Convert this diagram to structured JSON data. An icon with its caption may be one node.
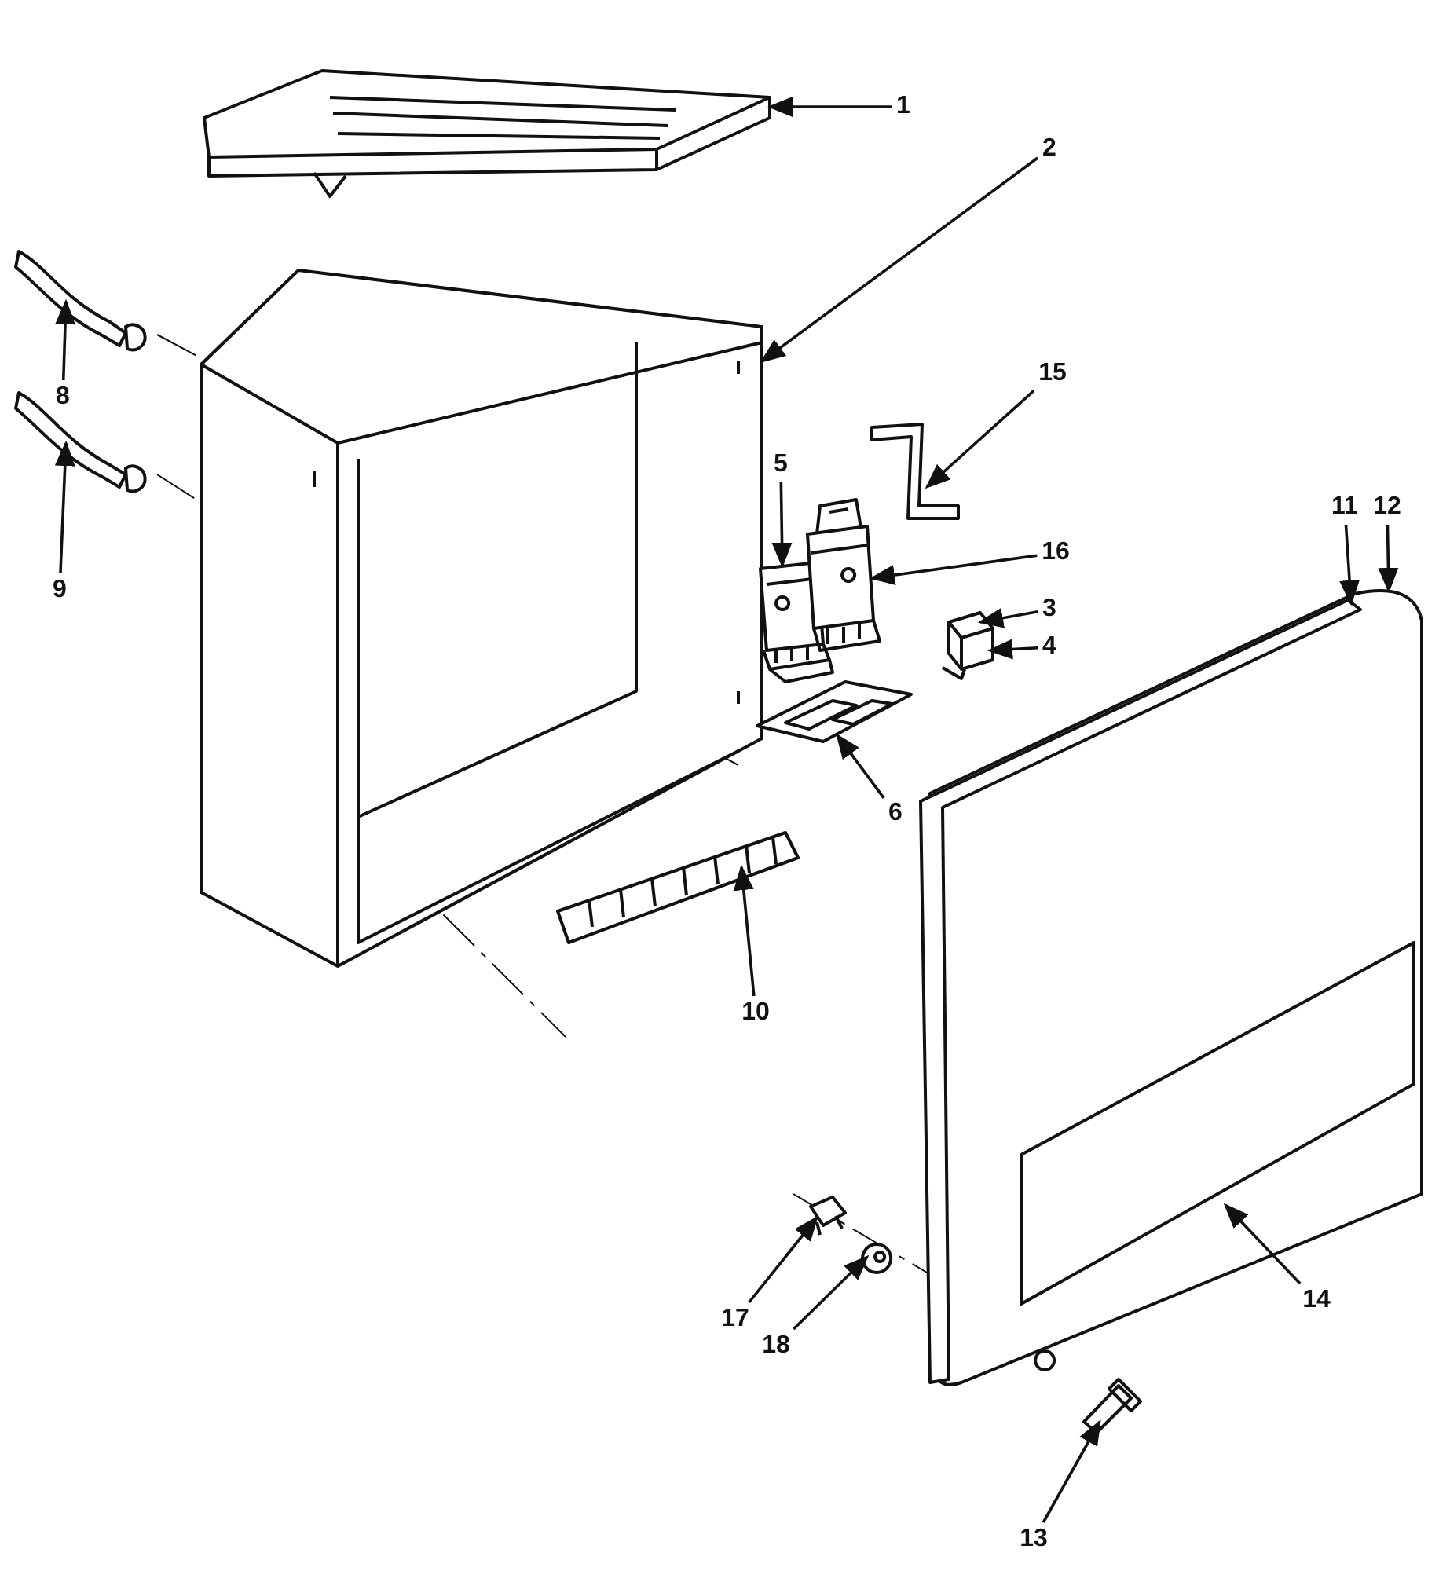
{
  "diagram": {
    "nodes": [
      {
        "text": [
          "1"
        ]
      },
      {
        "text": [],
        "shape": "picture"
      },
      {
        "text": [
          "2"
        ]
      },
      {
        "text": [],
        "shape": "picture"
      },
      {
        "text": [
          "8"
        ]
      },
      {
        "text": [],
        "shape": "picture"
      },
      {
        "text": [
          "9"
        ]
      },
      {
        "text": [],
        "shape": "picture"
      },
      {
        "text": [
          "15"
        ]
      },
      {
        "text": [],
        "shape": "picture"
      },
      {
        "text": [
          "5"
        ]
      },
      {
        "text": [],
        "shape": "picture"
      },
      {
        "text": [
          "16"
        ]
      },
      {
        "text": [],
        "shape": "picture"
      },
      {
        "text": [
          "3"
        ]
      },
      {
        "text": [
          "4"
        ]
      },
      {
        "text": [],
        "shape": "picture"
      },
      {
        "text": [
          "11"
        ]
      },
      {
        "text": [
          "12"
        ]
      },
      {
        "text": [],
        "shape": "picture"
      },
      {
        "text": [],
        "shape": "picture"
      },
      {
        "text": [
          "6"
        ]
      },
      {
        "text": [],
        "shape": "picture"
      },
      {
        "text": [
          "10"
        ]
      },
      {
        "text": [],
        "shape": "picture"
      },
      {
        "text": [
          "14"
        ]
      },
      {
        "text": [],
        "shape": "picture",
        "in": 19
      },
      {
        "text": [
          "17"
        ]
      },
      {
        "text": [],
        "shape": "picture"
      },
      {
        "text": [
          "18"
        ]
      },
      {
        "text": [],
        "shape": "picture"
      },
      {
        "text": [
          "13"
        ]
      },
      {
        "text": [],
        "shape": "picture"
      }
    ],
    "edges": [
      {
        "from": 0,
        "to": 1,
        "arrow": "to"
      },
      {
        "from": 2,
        "to": 3,
        "arrow": "to"
      },
      {
        "from": 4,
        "to": 5,
        "arrow": "to"
      },
      {
        "from": 6,
        "to": 7,
        "arrow": "to"
      },
      {
        "from": 8,
        "to": 9,
        "arrow": "to"
      },
      {
        "from": 10,
        "to": 11,
        "arrow": "to"
      },
      {
        "from": 12,
        "to": 13,
        "arrow": "to"
      },
      {
        "from": 14,
        "to": 16,
        "arrow": "to"
      },
      {
        "from": 15,
        "to": 16,
        "arrow": "to"
      },
      {
        "from": 17,
        "to": 20,
        "arrow": "to"
      },
      {
        "from": 18,
        "to": 19,
        "arrow": "to"
      },
      {
        "from": 21,
        "to": 22,
        "arrow": "to"
      },
      {
        "from": 23,
        "to": 24,
        "arrow": "to"
      },
      {
        "from": 25,
        "to": 26,
        "arrow": "to"
      },
      {
        "from": 27,
        "to": 28,
        "arrow": "to"
      },
      {
        "from": 29,
        "to": 30,
        "arrow": "to"
      },
      {
        "from": 31,
        "to": 32,
        "arrow": "to"
      }
    ]
  }
}
